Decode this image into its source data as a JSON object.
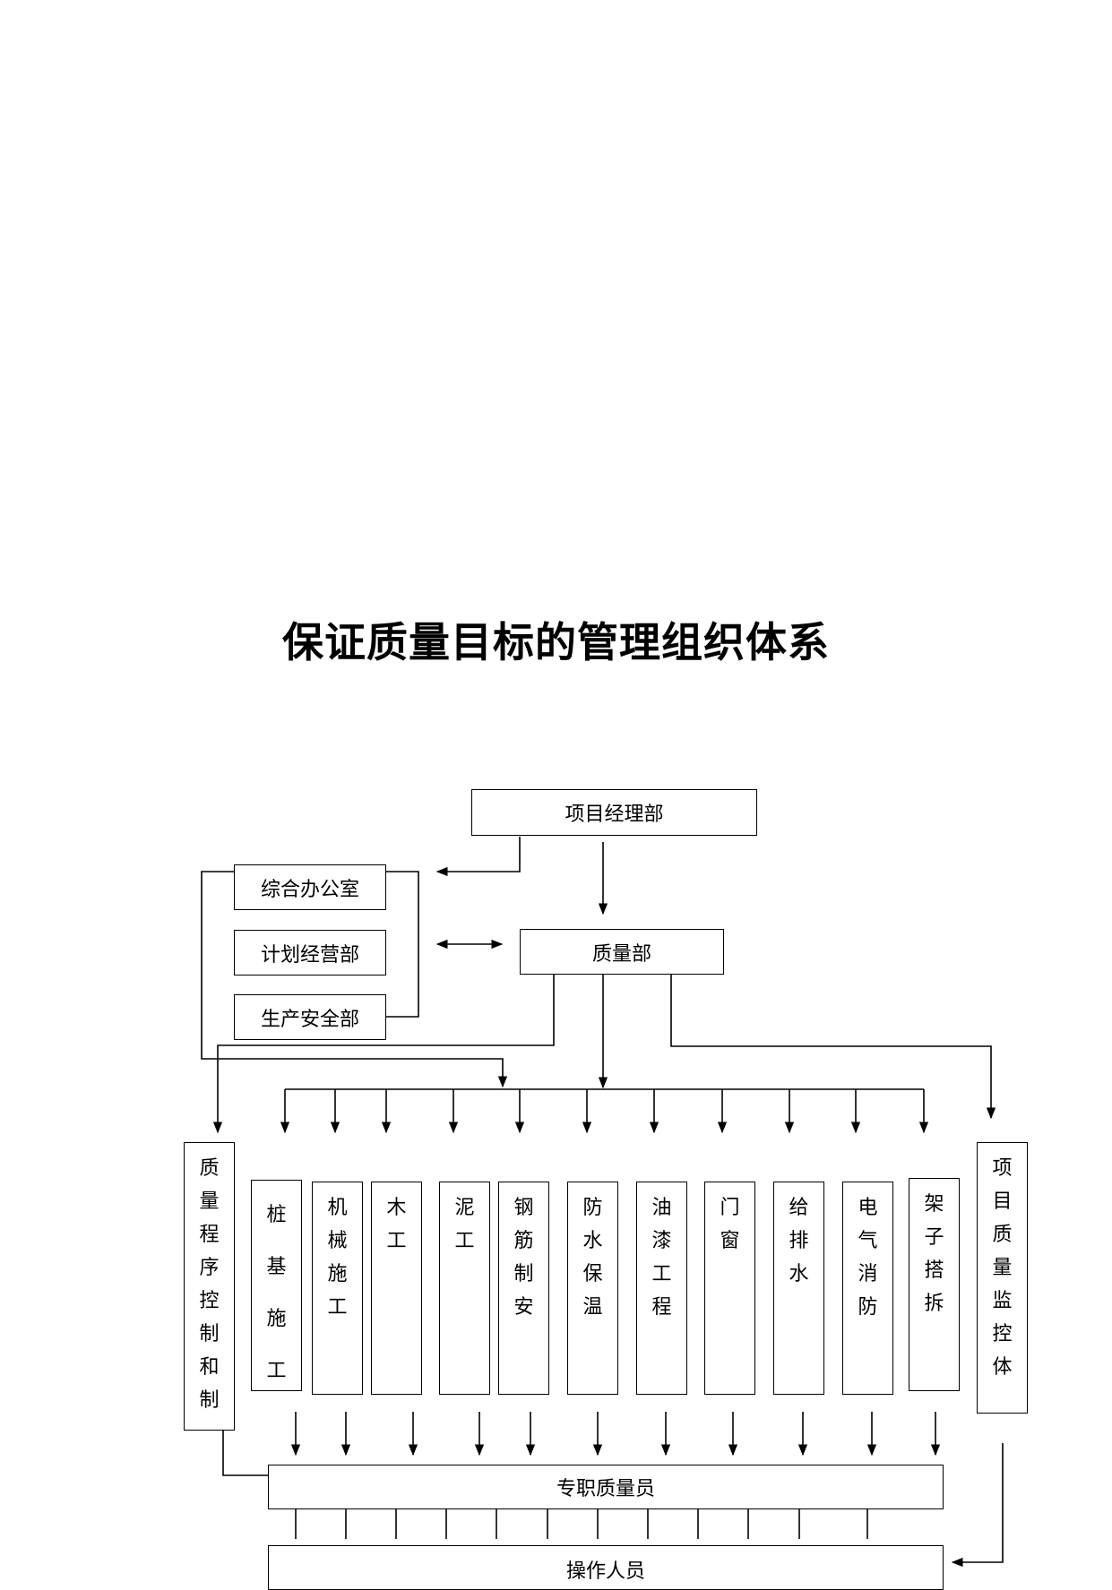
{
  "title": "保证质量目标的管理组织体系",
  "boxes": {
    "project_dept": "项目经理部",
    "office": "综合办公室",
    "planning": "计划经营部",
    "safety": "生产安全部",
    "quality_dept": "质量部",
    "procedure_control": "质量程序控制和制",
    "project_monitor": "项目质量监控体",
    "inspectors": "专职质量员",
    "operators": "操作人员"
  },
  "trades": [
    {
      "label": "桩基施工"
    },
    {
      "label": "机械施工"
    },
    {
      "label": "木工"
    },
    {
      "label": "泥工"
    },
    {
      "label": "钢筋制安"
    },
    {
      "label": "防水保温"
    },
    {
      "label": "油漆工程"
    },
    {
      "label": "门窗"
    },
    {
      "label": "给排水"
    },
    {
      "label": "电气消防"
    },
    {
      "label": "架子搭拆"
    }
  ]
}
